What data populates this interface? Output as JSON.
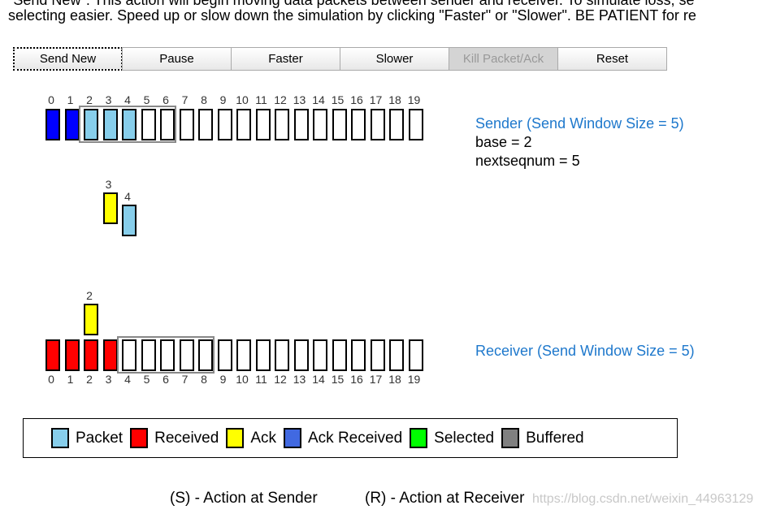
{
  "intro": {
    "line1": "\"Send New\": This action will begin moving data packets between sender and receiver. To simulate loss, se",
    "line2": "selecting easier. Speed up or slow down the simulation by clicking \"Faster\" or \"Slower\". BE PATIENT for re"
  },
  "buttons": [
    {
      "label": "Send New",
      "state": "focused"
    },
    {
      "label": "Pause",
      "state": "normal"
    },
    {
      "label": "Faster",
      "state": "normal"
    },
    {
      "label": "Slower",
      "state": "normal"
    },
    {
      "label": "Kill Packet/Ack",
      "state": "disabled"
    },
    {
      "label": "Reset",
      "state": "normal"
    }
  ],
  "colors": {
    "packet": "#87ceeb",
    "received": "#ff0000",
    "ack": "#ffff00",
    "ack_received": "#0000ff",
    "ack_received_legend": "#4169e1",
    "selected": "#00ff00",
    "buffered": "#808080",
    "empty": "#ffffff"
  },
  "sequence_numbers": [
    "0",
    "1",
    "2",
    "3",
    "4",
    "5",
    "6",
    "7",
    "8",
    "9",
    "10",
    "11",
    "12",
    "13",
    "14",
    "15",
    "16",
    "17",
    "18",
    "19"
  ],
  "sender": {
    "title": "Sender (Send Window Size = 5)",
    "base": "base = 2",
    "nextseqnum": "nextseqnum = 5",
    "window_start": 2,
    "window_size": 5,
    "slots": [
      "ack_received",
      "ack_received",
      "packet",
      "packet",
      "packet",
      "empty",
      "empty",
      "empty",
      "empty",
      "empty",
      "empty",
      "empty",
      "empty",
      "empty",
      "empty",
      "empty",
      "empty",
      "empty",
      "empty",
      "empty"
    ]
  },
  "receiver": {
    "title": "Receiver (Send Window Size = 5)",
    "window_start": 4,
    "window_size": 5,
    "slots": [
      "received",
      "received",
      "received",
      "received",
      "empty",
      "empty",
      "empty",
      "empty",
      "empty",
      "empty",
      "empty",
      "empty",
      "empty",
      "empty",
      "empty",
      "empty",
      "empty",
      "empty",
      "empty",
      "empty"
    ]
  },
  "in_flight": [
    {
      "kind": "ack",
      "seq": "2",
      "progress": 0.02
    },
    {
      "kind": "ack",
      "seq": "3",
      "progress": 0.58
    },
    {
      "kind": "packet",
      "seq": "4",
      "progress": 0.32
    }
  ],
  "legend": [
    {
      "label": "Packet",
      "color": "#87ceeb"
    },
    {
      "label": "Received",
      "color": "#ff0000"
    },
    {
      "label": "Ack",
      "color": "#ffff00"
    },
    {
      "label": "Ack Received",
      "color": "#4169e1"
    },
    {
      "label": "Selected",
      "color": "#00ff00"
    },
    {
      "label": "Buffered",
      "color": "#808080"
    }
  ],
  "footer": {
    "sender_action": "(S) - Action at Sender",
    "receiver_action": "(R) - Action at Receiver",
    "watermark": "https://blog.csdn.net/weixin_44963129"
  }
}
